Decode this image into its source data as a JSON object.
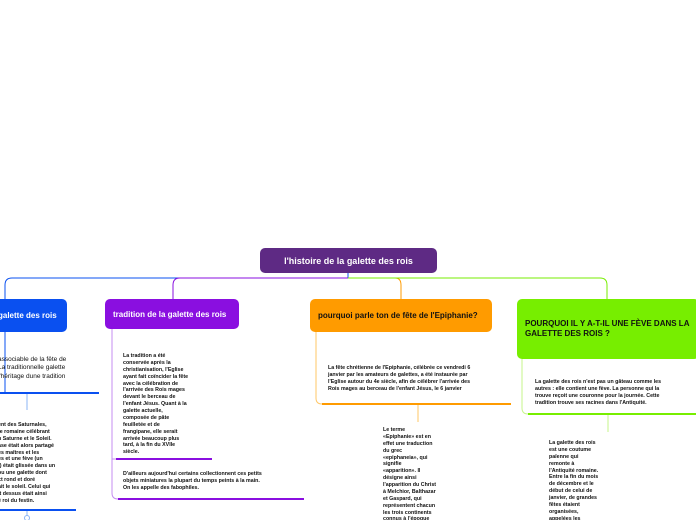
{
  "root": {
    "title": "l'histoire de la galette des rois"
  },
  "branches": [
    {
      "label": "galette des rois",
      "color": "#0a50f0"
    },
    {
      "label": "tradition de la galette des rois",
      "color": "#8a0fe0"
    },
    {
      "label": "pourquoi parle ton de fête de l'Epiphanie?",
      "color": "#ff9b00"
    },
    {
      "label": "POURQUOI IL Y A-T-IL UNE FÈVE DANS LA GALETTE DES ROIS ?",
      "color": "#77ee00"
    }
  ],
  "notes": {
    "b1_intro": "associable de la fête de\n La traditionnelle galette\n l'héritage dune tradition",
    "b1_detail": "ent des Saturnales,\nte romaine célébrant\nn Saturne et le Soleil.\nase était alors partagé\nes maîtres et les\nes et une fève (un\nt) était glissée dans un\n ou une galette dont\nct rond et doré\nait le soleil. Celui qui\nit dessus était ainsi\né roi du festin.",
    "b2_main": "La tradition a été\nconservée après la\nchristianisation, l'Eglise\nayant fait coïncider la fête\navec la célébration de\nl'arrivée des Rois mages\ndevant le berceau de\nl'enfant Jésus. Quant à la\ngalette actuelle,\ncomposée de pâte\nfeuilletée et de\nfrangipane, elle serait\narrivée beaucoup plus\ntard, à la fin du XVIIe\nsiècle.",
    "b2_second": "D'ailleurs aujourd'hui certains collectionnent ces petits\nobjets miniatures la plupart du temps peints à la main.\nOn les appelle des fabophiles.",
    "b3_main": "La fête chrétienne de l'Epiphanie, célébrée ce vendredi 6\njanvier par les amateurs de galettes, a été instaurée par\nl'Eglise autour du 4e siècle, afin de célébrer l'arrivée des\nRois mages au berceau de l'enfant Jésus, le 6 janvier",
    "b3_second": "Le terme\n«Epiphanie» est en\neffet une traduction\ndu grec\n«epiphaneia», qui\nsignifie\n«apparition». Il\ndésigne ainsi\nl'apparition du Christ\nà Melchior, Balthazar\net Gaspard, qui\nreprésentent chacun\nles trois continents\nconnus à l'époque",
    "b4_main": "La galette des rois n'est pas un gâteau comme les\nautres : elle contient une fève. La personne qui la\ntrouve reçoit une couronne pour la journée. Cette\ntradition trouve ses racines dans l'Antiquité.",
    "b4_second": "La galette des rois\nest une coutume\npaïenne qui\nremonte à\nl'Antiquité romaine.\nEntre la fin du mois\nde décembre et le\ndébut de celui de\njanvier, de grandes\nfêtes étaient\norganisées,\nappelées les"
  }
}
